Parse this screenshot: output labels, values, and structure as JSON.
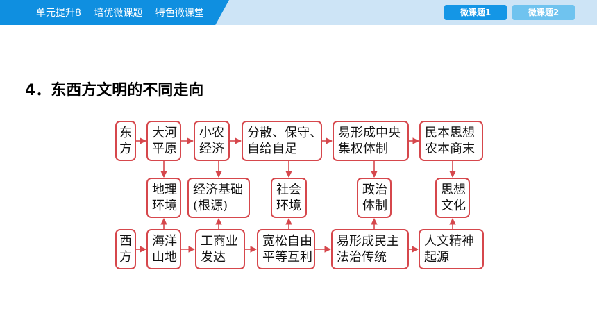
{
  "header": {
    "breadcrumb": [
      "单元提升8",
      "培优微课题",
      "特色微课堂"
    ],
    "tabs": [
      {
        "label": "微课题1"
      },
      {
        "label": "微课题2"
      }
    ]
  },
  "section_title": "4．东西方文明的不同走向",
  "diagram": {
    "nodes": [
      {
        "id": "east",
        "lines": [
          "东",
          "方"
        ]
      },
      {
        "id": "e1",
        "lines": [
          "大河",
          "平原"
        ]
      },
      {
        "id": "e2",
        "lines": [
          "小农",
          "经济"
        ]
      },
      {
        "id": "e3",
        "lines": [
          "分散、保守、",
          "自给自足"
        ]
      },
      {
        "id": "e4",
        "lines": [
          "易形成中央",
          "集权体制"
        ]
      },
      {
        "id": "e5",
        "lines": [
          "民本思想",
          "农本商末"
        ]
      },
      {
        "id": "m1",
        "lines": [
          "地理",
          "环境"
        ]
      },
      {
        "id": "m2",
        "lines": [
          "经济基础",
          "(根源)"
        ]
      },
      {
        "id": "m3",
        "lines": [
          "社会",
          "环境"
        ]
      },
      {
        "id": "m4",
        "lines": [
          "政治",
          "体制"
        ]
      },
      {
        "id": "m5",
        "lines": [
          "思想",
          "文化"
        ]
      },
      {
        "id": "west",
        "lines": [
          "西",
          "方"
        ]
      },
      {
        "id": "w1",
        "lines": [
          "海洋",
          "山地"
        ]
      },
      {
        "id": "w2",
        "lines": [
          "工商业",
          "发达"
        ]
      },
      {
        "id": "w3",
        "lines": [
          "宽松自由",
          "平等互利"
        ]
      },
      {
        "id": "w4",
        "lines": [
          "易形成民主",
          "法治传统"
        ]
      },
      {
        "id": "w5",
        "lines": [
          "人文精神",
          "起源"
        ]
      }
    ],
    "edges": [
      [
        "east",
        "e1"
      ],
      [
        "e1",
        "e2"
      ],
      [
        "e2",
        "e3"
      ],
      [
        "e3",
        "e4"
      ],
      [
        "e4",
        "e5"
      ],
      [
        "west",
        "w1"
      ],
      [
        "w1",
        "w2"
      ],
      [
        "w2",
        "w3"
      ],
      [
        "w3",
        "w4"
      ],
      [
        "w4",
        "w5"
      ],
      [
        "e1",
        "m1"
      ],
      [
        "w1",
        "m1"
      ],
      [
        "e2",
        "m2"
      ],
      [
        "w2",
        "m2"
      ],
      [
        "e3",
        "m3"
      ],
      [
        "w3",
        "m3"
      ],
      [
        "e4",
        "m4"
      ],
      [
        "w4",
        "m4"
      ],
      [
        "e5",
        "m5"
      ],
      [
        "w5",
        "m5"
      ]
    ],
    "line_color": "#d6474c"
  }
}
